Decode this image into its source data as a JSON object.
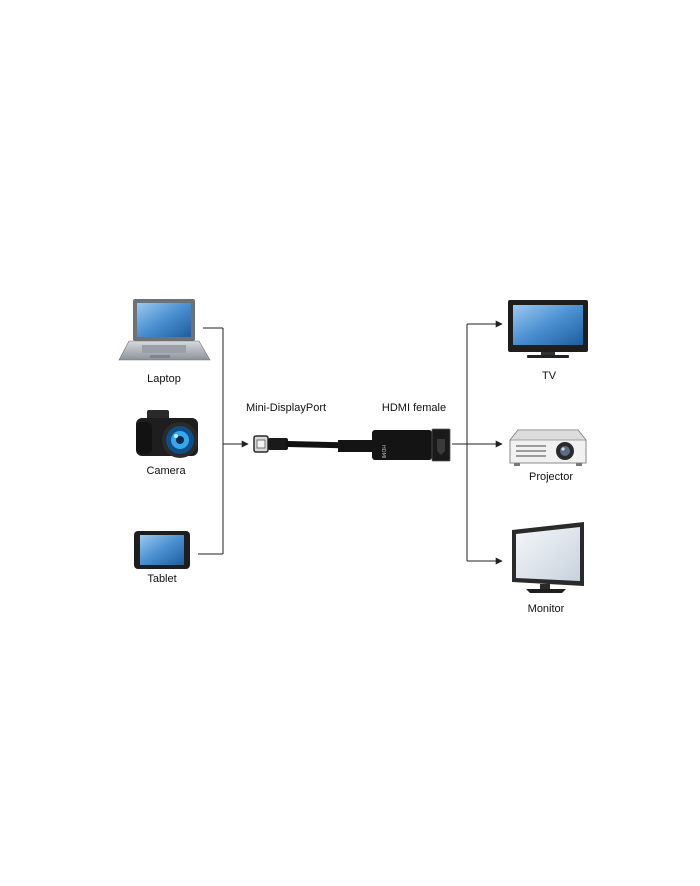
{
  "sources": [
    {
      "label": "Laptop",
      "icon": "laptop-icon"
    },
    {
      "label": "Camera",
      "icon": "camera-icon"
    },
    {
      "label": "Tablet",
      "icon": "tablet-icon"
    }
  ],
  "adapter": {
    "input_label": "Mini-DisplayPort",
    "output_label": "HDMI female",
    "body_text": "HDMI",
    "icon": "hdmi-adapter-icon"
  },
  "outputs": [
    {
      "label": "TV",
      "icon": "tv-icon"
    },
    {
      "label": "Projector",
      "icon": "projector-icon"
    },
    {
      "label": "Monitor",
      "icon": "monitor-icon"
    }
  ],
  "colors": {
    "line": "#222222",
    "screen": "#4a8fd0",
    "device_dark": "#1e1e1e",
    "device_silver": "#b8bcc2"
  }
}
